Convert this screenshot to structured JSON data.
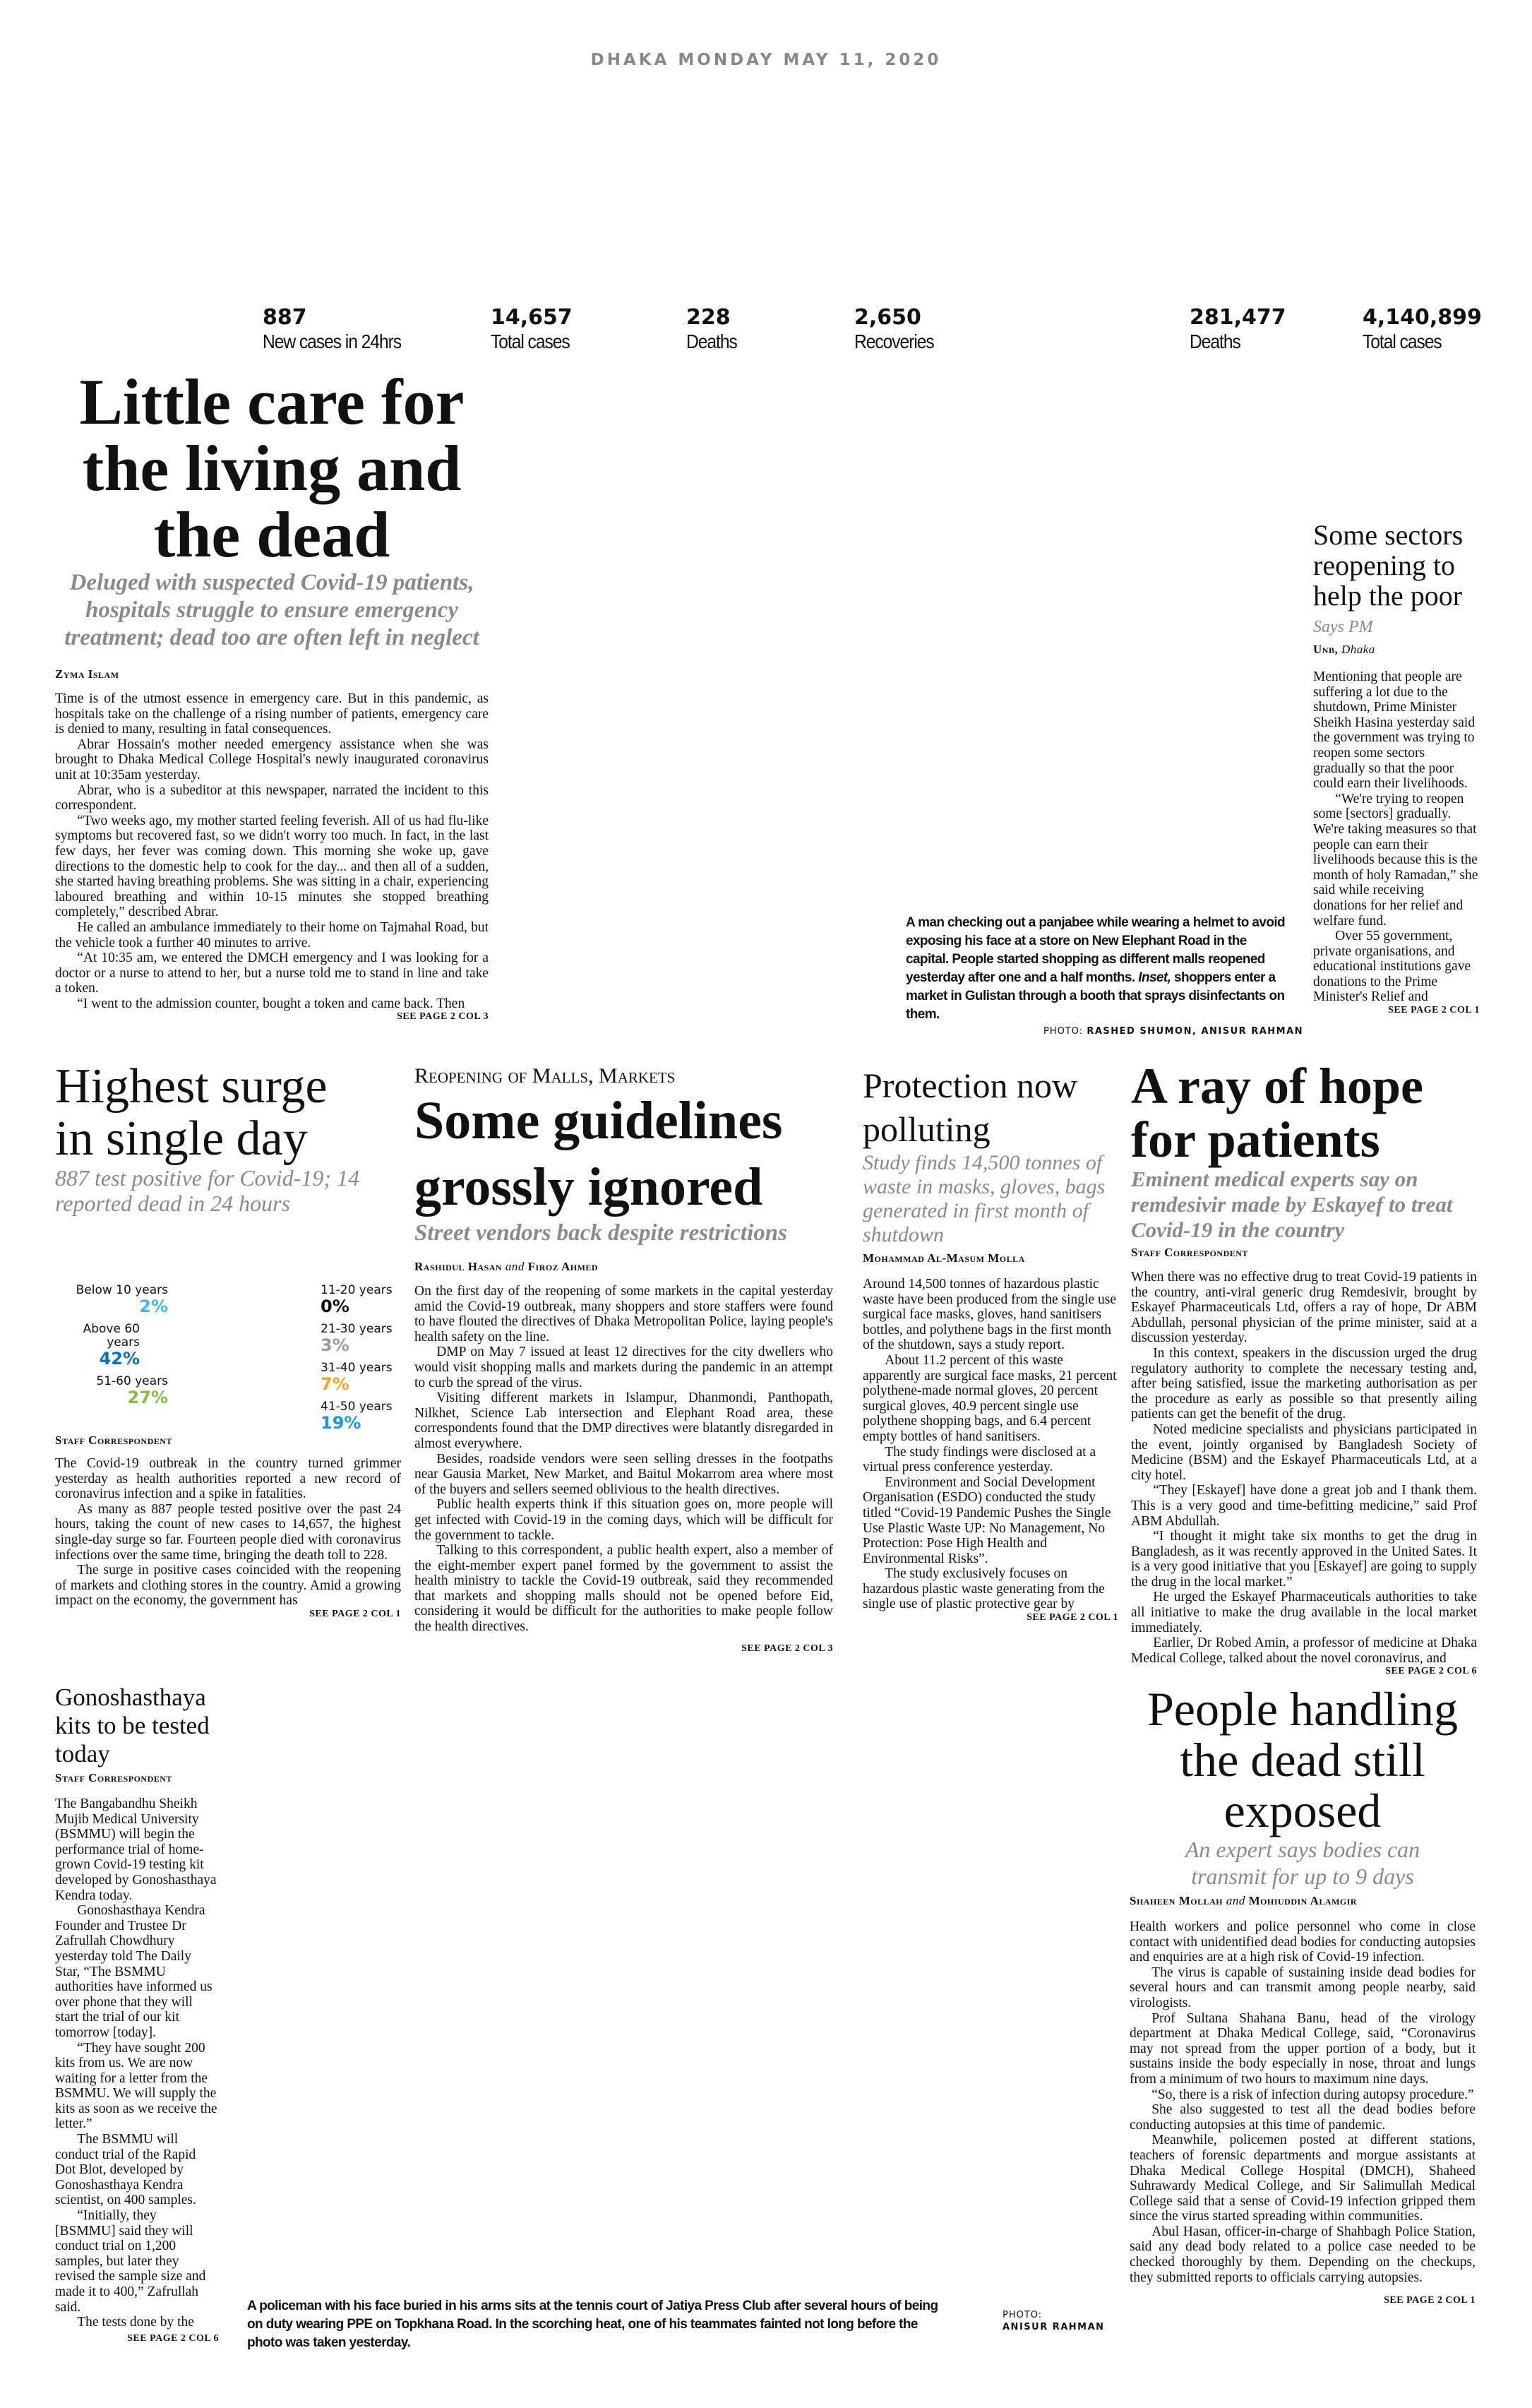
{
  "dateline": "DHAKA MONDAY MAY 11, 2020",
  "stats": [
    {
      "value": "887",
      "label": "New cases in 24hrs"
    },
    {
      "value": "14,657",
      "label": "Total cases"
    },
    {
      "value": "228",
      "label": "Deaths"
    },
    {
      "value": "2,650",
      "label": "Recoveries"
    },
    {
      "value": "281,477",
      "label": "Deaths"
    },
    {
      "value": "4,140,899",
      "label": "Total cases"
    }
  ],
  "lead": {
    "title": [
      "Little care for",
      "the living and",
      "the dead"
    ],
    "deck": "Deluged with suspected Covid-19 patients, hospitals struggle to ensure emergency treatment; dead too are often left in neglect",
    "byline": "Zyma Islam",
    "paragraphs": [
      "Time is of the utmost essence in emergency care. But in this pandemic, as hospitals take on the challenge of a rising number of patients, emergency care is denied to many, resulting in fatal consequences.",
      "Abrar Hossain's mother needed emergency assistance when she was brought to Dhaka Medical College Hospital's newly inaugurated coronavirus unit at 10:35am yesterday.",
      "Abrar, who is a subeditor at this newspaper, narrated the incident to this correspondent.",
      "“Two weeks ago, my mother started feeling feverish. All of us had flu-like symptoms but recovered fast, so we didn't worry too much. In fact, in the last few days, her fever was coming down. This morning she woke up, gave directions to the domestic help to cook for the day... and then all of a sudden, she started having breathing problems. She was sitting in a chair, experiencing laboured breathing and within 10-15 minutes she stopped breathing completely,” described Abrar.",
      "He called an ambulance immediately to their home on Tajmahal Road, but the vehicle took a further 40 minutes to arrive.",
      "“At 10:35 am, we entered the DMCH emergency and I was looking for a doctor or a nurse to attend to her, but a nurse told me to stand in line and take a token.",
      "“I went to the admission counter, bought a token and came back. Then"
    ],
    "see": "SEE PAGE 2 COL 3"
  },
  "photo1": {
    "caption_a": "A man checking out a panjabee while wearing a helmet to avoid exposing his face at a store on New Elephant Road in the capital. People started shopping as different malls reopened yesterday after one and a half months. ",
    "caption_inset": "Inset,",
    "caption_b": " shoppers enter a market in Gulistan through a booth that sprays disinfectants on them.",
    "credit_label": "PHOTO:",
    "credit_names": "RASHED SHUMON, ANISUR RAHMAN"
  },
  "sectors": {
    "title": "Some sectors reopening to help the poor",
    "deck": "Says PM",
    "byline": "Unb,",
    "dateline": "Dhaka",
    "paragraphs": [
      "Mentioning that people are suffering a lot due to the shutdown, Prime Minister Sheikh Hasina yesterday said the government was trying to reopen some sectors gradually so that the poor could earn their livelihoods.",
      "“We're trying to reopen some [sectors] gradually. We're taking measures so that people can earn their livelihoods because this is the month of holy Ramadan,” she said while receiving donations for her relief and welfare fund.",
      "Over 55 government, private organisations, and educational institutions gave donations to the Prime Minister's Relief and"
    ],
    "see": "SEE PAGE 2 COL 1"
  },
  "surge": {
    "title": [
      "Highest surge",
      "in single day"
    ],
    "deck": "887 test positive for Covid-19; 14 reported dead in 24 hours",
    "age_groups": [
      {
        "label": "Below 10 years",
        "pct": "2%",
        "color": "#3dbbec"
      },
      {
        "label": "Above 60 years",
        "pct": "42%",
        "color": "#0a6fc2"
      },
      {
        "label": "51-60 years",
        "pct": "27%",
        "color": "#86bc42"
      },
      {
        "label": "11-20 years",
        "pct": "0%",
        "color": "#111111"
      },
      {
        "label": "21-30 years",
        "pct": "3%",
        "color": "#9a9a9a"
      },
      {
        "label": "31-40 years",
        "pct": "7%",
        "color": "#f5a623"
      },
      {
        "label": "41-50 years",
        "pct": "19%",
        "color": "#1b98e0"
      }
    ],
    "byline": "Staff Correspondent",
    "paragraphs": [
      "The Covid-19 outbreak in the country turned grimmer yesterday as health authorities reported a new record of coronavirus infection and a spike in fatalities.",
      "As many as 887 people tested positive over the past 24 hours, taking the count of new cases to 14,657, the highest single-day surge so far. Fourteen people died with coronavirus infections over the same time, bringing the death toll to 228.",
      "The surge in positive cases coincided with the reopening of markets and clothing stores in the country. Amid a growing impact on the economy, the government has"
    ],
    "see": "SEE PAGE 2 COL 1"
  },
  "guidelines": {
    "kicker": "Reopening of Malls, Markets",
    "title": [
      "Some guidelines",
      "grossly ignored"
    ],
    "deck": "Street vendors back despite restrictions",
    "byline_a": "Rashidul Hasan",
    "byline_and": "and",
    "byline_b": "Firoz Ahmed",
    "paragraphs": [
      "On the first day of the reopening of some markets in the capital yesterday amid the Covid-19 outbreak, many shoppers and store staffers were found to have flouted the directives of Dhaka Metropolitan Police, laying people's health safety on the line.",
      "DMP on May 7 issued at least 12 directives for the city dwellers who would visit shopping malls and markets during the pandemic in an attempt to curb the spread of the virus.",
      "Visiting different markets in Islampur, Dhanmondi, Panthopath, Nilkhet, Science Lab intersection and Elephant Road area, these correspondents found that the DMP directives were blatantly disregarded in almost everywhere.",
      "Besides, roadside vendors were seen selling dresses in the footpaths near Gausia Market, New Market, and Baitul Mokarrom area where most of the buyers and sellers seemed oblivious to the health directives.",
      "Public health experts think if this situation goes on, more people will get infected with Covid-19 in the coming days, which will be difficult for the government to tackle.",
      "Talking to this correspondent, a public health expert, also a member of the eight-member expert panel formed by the government to assist the health ministry to tackle the Covid-19 outbreak, said they recommended that markets and shopping malls should not be opened before Eid, considering it would be difficult for the authorities to make people follow the health directives."
    ],
    "see": "SEE PAGE 2 COL 3"
  },
  "protection": {
    "title": [
      "Protection now",
      "polluting"
    ],
    "deck": "Study finds 14,500 tonnes of waste in masks, gloves, bags generated in first month of shutdown",
    "byline": "Mohammad Al-Masum Molla",
    "paragraphs": [
      "Around 14,500 tonnes of hazardous plastic waste have been produced from the single use surgical face masks, gloves, hand sanitisers bottles, and polythene bags in the first month of the shutdown, says a study report.",
      "About 11.2 percent of this waste apparently are surgical face masks, 21 percent polythene-made normal gloves, 20 percent surgical gloves, 40.9 percent single use polythene shopping bags, and 6.4 percent empty bottles of hand sanitisers.",
      "The study findings were disclosed at a virtual press conference yesterday.",
      "Environment and Social Development Organisation (ESDO) conducted the study titled “Covid-19 Pandemic Pushes the Single Use Plastic Waste UP: No Management, No Protection: Pose High Health and Environmental Risks”.",
      "The study exclusively focuses on hazardous plastic waste generating from the single use of plastic protective gear by"
    ],
    "see": "SEE PAGE 2 COL 1"
  },
  "hope": {
    "title": [
      "A ray of hope",
      "for patients"
    ],
    "deck": "Eminent medical experts say on remdesivir made by Eskayef to treat Covid-19 in the country",
    "byline": "Staff Correspondent",
    "paragraphs": [
      "When there was no effective drug to treat Covid-19 patients in the country, anti-viral generic drug Remdesivir, brought by Eskayef Pharmaceuticals Ltd, offers a ray of hope, Dr ABM Abdullah, personal physician of the prime minister, said at a discussion yesterday.",
      "In this context, speakers in the discussion urged the drug regulatory authority to complete the necessary testing and, after being satisfied, issue the marketing authorisation as per the procedure as early as possible so that presently ailing patients can get the benefit of the drug.",
      "Noted medicine specialists and physicians participated in the event, jointly organised by Bangladesh Society of Medicine (BSM) and the Eskayef Pharmaceuticals Ltd, at a city hotel.",
      "“They [Eskayef] have done a great job and I thank them. This is a very good and time-befitting medicine,” said Prof ABM Abdullah.",
      "“I thought it might take six months to get the drug in Bangladesh, as it was recently approved in the United Sates. It is a very good initiative that you [Eskayef] are going to supply the drug in the local market.”",
      "He urged the Eskayef Pharmaceuticals authorities to take all initiative to make the drug available in the local market immediately.",
      "Earlier, Dr Robed Amin, a professor of medicine at Dhaka Medical College, talked about the novel coronavirus, and"
    ],
    "see": "SEE PAGE 2 COL 6"
  },
  "kits": {
    "title": "Gonoshasthaya kits to be tested today",
    "byline": "Staff Correspondent",
    "paragraphs": [
      "The Bangabandhu Sheikh Mujib Medical University (BSMMU) will begin the performance trial of home-grown Covid-19 testing kit developed by Gonoshasthaya Kendra today.",
      "Gonoshasthaya Kendra Founder and Trustee Dr Zafrullah Chowdhury yesterday told The Daily Star, “The BSMMU authorities have informed us over phone that they will start the trial of our kit tomorrow [today].",
      "“They have sought 200 kits from us. We are now waiting for a letter from the BSMMU. We will supply the kits as soon as we receive the letter.”",
      "The BSMMU will conduct trial of the Rapid Dot Blot, developed by Gonoshasthaya Kendra scientist, on 400 samples.",
      "“Initially, they [BSMMU] said they will conduct trial on 1,200 samples, but later they revised the sample size and made it to 400,” Zafrullah said.",
      "The tests done by the"
    ],
    "see": "SEE PAGE 2 COL 6"
  },
  "photo2": {
    "caption": "A policeman with his face buried in his arms sits at the tennis court of Jatiya Press Club after several hours of being on duty wearing PPE on Topkhana Road. In the scorching heat, one of his teammates fainted not long before the photo was taken yesterday.",
    "credit_label": "PHOTO:",
    "credit_names": "ANISUR RAHMAN"
  },
  "dead": {
    "title": [
      "People handling",
      "the dead still",
      "exposed"
    ],
    "deck": "An expert says bodies can transmit for up to 9 days",
    "byline_a": "Shaheen Mollah",
    "byline_and": "and",
    "byline_b": "Mohiuddin Alamgir",
    "paragraphs": [
      "Health workers and police personnel who come in close contact with unidentified dead bodies for conducting autopsies and enquiries are at a high risk of Covid-19 infection.",
      "The virus is capable of sustaining inside dead bodies for several hours and can transmit among people nearby, said virologists.",
      "Prof Sultana Shahana Banu, head of the virology department at Dhaka Medical College, said, “Coronavirus may not spread from the upper portion of a body, but it sustains inside the body especially in nose, throat and lungs from a minimum of two hours to maximum nine days.",
      "“So, there is a risk of infection during autopsy procedure.”",
      "She also suggested to test all the dead bodies before conducting autopsies at this time of pandemic.",
      "Meanwhile, policemen posted at different stations, teachers of forensic departments and morgue assistants at Dhaka Medical College Hospital (DMCH), Shaheed Suhrawardy Medical College, and Sir Salimullah Medical College said that a sense of Covid-19 infection gripped them since the virus started spreading within communities.",
      "Abul Hasan, officer-in-charge of Shahbagh Police Station, said any dead body related to a police case needed to be checked thoroughly by them. Depending on the checkups, they submitted reports to officials carrying autopsies."
    ],
    "see": "SEE PAGE 2 COL 1"
  }
}
